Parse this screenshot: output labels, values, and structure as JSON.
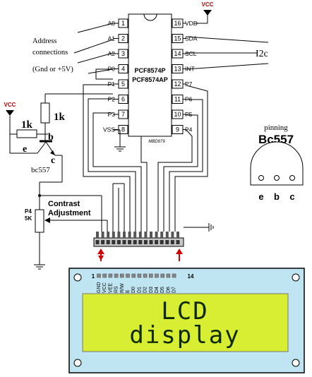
{
  "chip": {
    "name_line1": "PCF8574P",
    "name_line2": "PCF8574AP",
    "part_code": "MBD979",
    "left_pins": [
      {
        "num": "1",
        "label": "A0"
      },
      {
        "num": "2",
        "label": "A1"
      },
      {
        "num": "3",
        "label": "A2"
      },
      {
        "num": "4",
        "label": "P0"
      },
      {
        "num": "5",
        "label": "P1"
      },
      {
        "num": "6",
        "label": "P2"
      },
      {
        "num": "7",
        "label": "P3"
      },
      {
        "num": "8",
        "label": "VSS"
      }
    ],
    "right_pins": [
      {
        "num": "16",
        "label": "VDD"
      },
      {
        "num": "15",
        "label": "SDA"
      },
      {
        "num": "14",
        "label": "SCL"
      },
      {
        "num": "13",
        "label": "INT"
      },
      {
        "num": "12",
        "label": "P7"
      },
      {
        "num": "11",
        "label": "P6"
      },
      {
        "num": "10",
        "label": "P5"
      },
      {
        "num": "9",
        "label": "P4"
      }
    ]
  },
  "labels": {
    "vcc_top": "VCC",
    "vcc_left": "VCC",
    "address_line1": "Address",
    "address_line2": "connections",
    "gnd_or_5v": "(Gnd or +5V)",
    "i2c": "I2c",
    "resistor1": "1k",
    "resistor2": "1k",
    "transistor_b": "b",
    "transistor_e": "e",
    "transistor_c": "c",
    "transistor_name": "bc557",
    "pot_name": "P4",
    "pot_value": "5K",
    "contrast_line1": "Contrast",
    "contrast_line2": "Adjustment"
  },
  "pinning": {
    "title": "pinning",
    "part": "Bc557",
    "pins": [
      "e",
      "b",
      "c"
    ]
  },
  "lcd": {
    "pin_first": "1",
    "pin_last": "14",
    "pin_labels": [
      "GND",
      "VCC",
      "VEE",
      "RS",
      "R/W",
      "E",
      "D0",
      "D1",
      "D2",
      "D3",
      "D4",
      "D5",
      "D6",
      "D7"
    ],
    "line1": "LCD",
    "line2": "display",
    "bg_color": "#d7ee33",
    "frame_color": "#bfe5f2"
  }
}
